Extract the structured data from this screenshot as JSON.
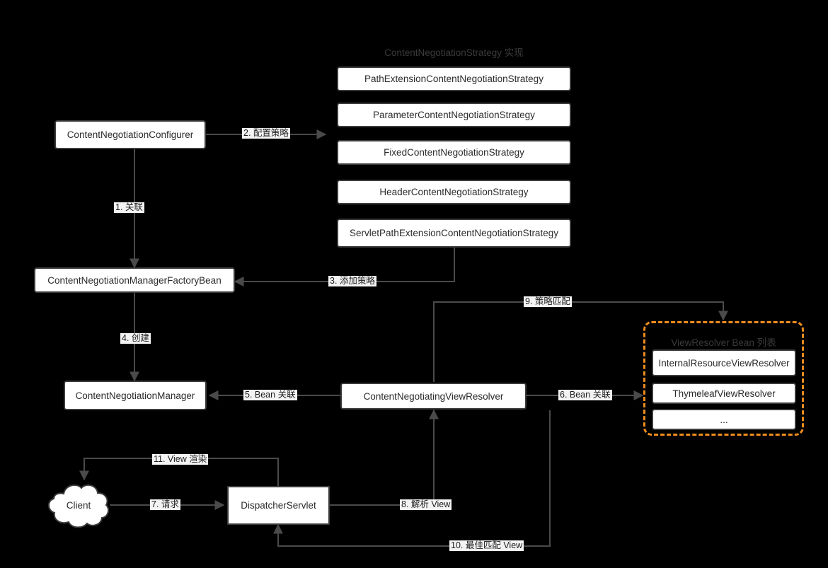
{
  "diagram": {
    "title_strategy_group": "ContentNegotiationStrategy 实现",
    "title_viewresolver_group": "ViewResolver Bean 列表",
    "nodes": {
      "configurer": "ContentNegotiationConfigurer",
      "factory_bean": "ContentNegotiationManagerFactoryBean",
      "manager": "ContentNegotiationManager",
      "negotiating_view_resolver": "ContentNegotiatingViewResolver",
      "dispatcher_servlet": "DispatcherServlet",
      "client": "Client"
    },
    "strategies": [
      "PathExtensionContentNegotiationStrategy",
      "ParameterContentNegotiationStrategy",
      "FixedContentNegotiationStrategy",
      "HeaderContentNegotiationStrategy",
      "ServletPathExtensionContentNegotiationStrategy"
    ],
    "view_resolvers": [
      "InternalResourceViewResolver",
      "ThymeleafViewResolver",
      "..."
    ],
    "edges": [
      {
        "id": "e1",
        "label": "1. 关联"
      },
      {
        "id": "e2",
        "label": "2. 配置策略"
      },
      {
        "id": "e3",
        "label": "3. 添加策略"
      },
      {
        "id": "e4",
        "label": "4. 创建"
      },
      {
        "id": "e5",
        "label": "5. Bean 关联"
      },
      {
        "id": "e6",
        "label": "6. Bean 关联"
      },
      {
        "id": "e7",
        "label": "7. 请求"
      },
      {
        "id": "e8",
        "label": "8. 解析 View"
      },
      {
        "id": "e9",
        "label": "9. 策略匹配"
      },
      {
        "id": "e10",
        "label": "10. 最佳匹配 View"
      },
      {
        "id": "e11",
        "label": "11. View 渲染"
      }
    ],
    "colors": {
      "background": "#000000",
      "node_fill": "#ffffff",
      "node_border": "#3b3b3b",
      "line": "#4a4a4a",
      "group_accent": "#ef8c1f",
      "label_bg": "#f3f3f3",
      "group_title": "#3a3a3a"
    }
  }
}
